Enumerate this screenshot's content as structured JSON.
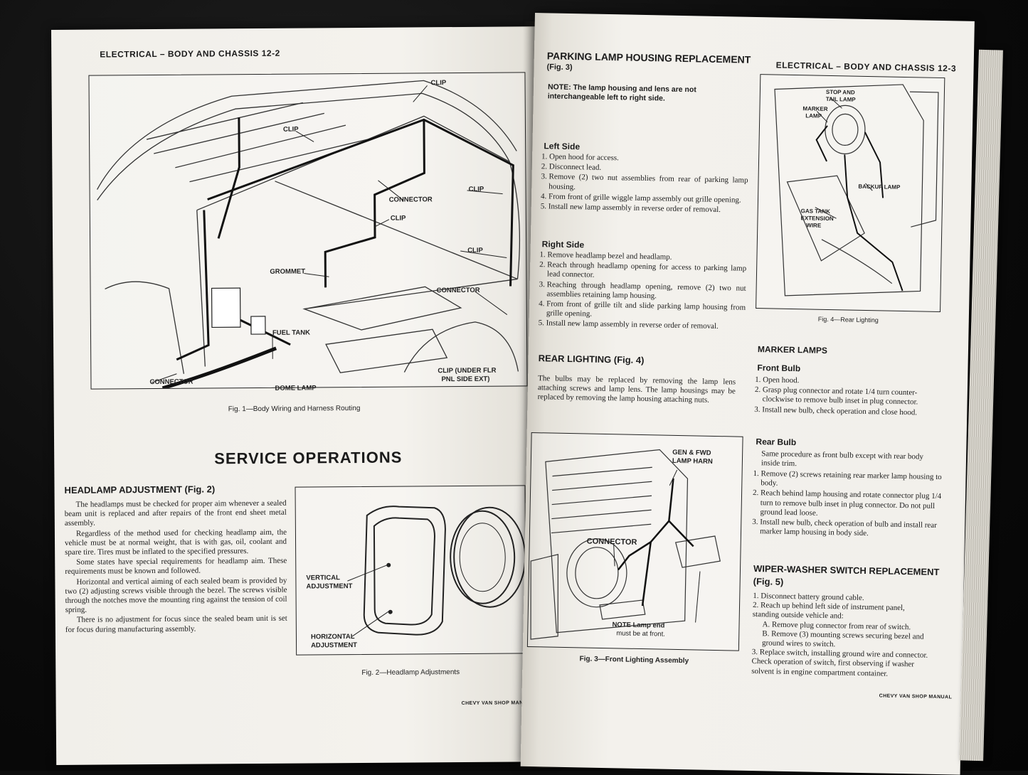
{
  "left_page": {
    "header": "ELECTRICAL – BODY AND CHASSIS 12-2",
    "fig1": {
      "labels": {
        "clip_top": "CLIP",
        "clip_left": "CLIP",
        "connector_top": "CONNECTOR",
        "clip_right": "CLIP",
        "clip_mid": "CLIP",
        "grommet": "GROMMET",
        "clip_lower": "CLIP",
        "connector_right": "CONNECTOR",
        "fuel_tank": "FUEL TANK",
        "connector_bottom": "CONNECTOR",
        "dome_lamp": "DOME LAMP",
        "clip_under_1": "CLIP (UNDER FLR",
        "clip_under_2": "PNL SIDE EXT)"
      },
      "caption": "Fig. 1—Body Wiring and Harness Routing"
    },
    "section_title": "SERVICE OPERATIONS",
    "headlamp_title": "HEADLAMP ADJUSTMENT (Fig. 2)",
    "headlamp_paragraphs": [
      "The headlamps must be checked for proper aim whenever a sealed beam unit is replaced and after repairs of the front end sheet metal assembly.",
      "Regardless of the method used for checking headlamp aim, the vehicle must be at normal weight, that is with gas, oil, coolant and spare tire. Tires must be inflated to the specified pressures.",
      "Some states have special requirements for headlamp aim. These requirements must be known and followed.",
      "Horizontal and vertical aiming of each sealed beam is provided by two (2) adjusting screws visible through the bezel. The screws visible through the notches move the mounting ring against the tension of coil spring.",
      "There is no adjustment for focus since the sealed beam unit is set for focus during manufacturing assembly."
    ],
    "fig2": {
      "vertical_1": "VERTICAL",
      "vertical_2": "ADJUSTMENT",
      "horizontal_1": "HORIZONTAL",
      "horizontal_2": "ADJUSTMENT",
      "caption": "Fig. 2—Headlamp Adjustments"
    },
    "footer": "CHEVY VAN SHOP MANUAL"
  },
  "right_page": {
    "header": "ELECTRICAL – BODY AND CHASSIS 12-3",
    "parking_title": "PARKING LAMP HOUSING REPLACEMENT",
    "parking_fig": "(Fig. 3)",
    "note": "NOTE:  The lamp housing and lens are not interchangeable left to right side.",
    "left_side_title": "Left Side",
    "left_side_steps": [
      "Open hood for access.",
      "Disconnect lead.",
      "Remove (2) two nut assemblies from rear of parking lamp housing.",
      "From front of grille wiggle lamp assembly out grille opening.",
      "Install new lamp assembly in reverse order of removal."
    ],
    "right_side_title": "Right Side",
    "right_side_steps": [
      "Remove headlamp bezel and headlamp.",
      "Reach through headlamp opening for access to parking lamp lead connector.",
      "Reaching through headlamp opening, remove (2) two nut assemblies retaining lamp housing.",
      "From front of grille tilt and slide parking lamp housing from grille opening.",
      "Install new lamp assembly in reverse order of removal."
    ],
    "rear_title": "REAR LIGHTING (Fig. 4)",
    "rear_text": "The bulbs may be replaced by removing the lamp lens attaching screws and lamp lens. The lamp housings may be replaced by removing the lamp housing attaching nuts.",
    "fig3": {
      "gen_1": "GEN & FWD",
      "gen_2": "LAMP HARN",
      "connector": "CONNECTOR",
      "note_1": "NOTE Lamp end",
      "note_2": "must be at front.",
      "caption": "Fig. 3—Front Lighting Assembly"
    },
    "fig4": {
      "stop_1": "STOP AND",
      "stop_2": "TAIL LAMP",
      "marker_1": "MARKER",
      "marker_2": "LAMP",
      "backup": "BACKUP LAMP",
      "gas_1": "GAS TANK",
      "gas_2": "EXTENSION",
      "gas_3": "WIRE",
      "caption": "Fig. 4—Rear Lighting"
    },
    "marker_title": "MARKER LAMPS",
    "front_bulb_title": "Front Bulb",
    "front_bulb_steps": [
      "Open hood.",
      "Grasp plug connector and rotate 1/4 turn counter-clockwise to remove bulb inset in plug connector.",
      "Install new bulb, check operation and close hood."
    ],
    "rear_bulb_title": "Rear Bulb",
    "rear_bulb_intro": "Same procedure as front bulb except with rear body inside trim.",
    "rear_bulb_steps": [
      "Remove (2) screws retaining rear marker lamp housing to body.",
      "Reach behind lamp housing and rotate connector plug 1/4 turn to remove bulb inset in plug connector. Do not pull ground lead loose.",
      "Install new bulb, check operation of bulb and install rear marker lamp housing in body side."
    ],
    "wiper_title_1": "WIPER-WASHER SWITCH REPLACEMENT",
    "wiper_title_2": "(Fig. 5)",
    "wiper_steps": {
      "s1": "Disconnect battery ground cable.",
      "s2": "Reach up behind left side of instrument panel, standing outside vehicle and:",
      "a_key": "A.",
      "a": "Remove plug connector from rear of switch.",
      "b_key": "B.",
      "b": "Remove (3) mounting screws securing bezel and ground wires to switch.",
      "s3": "Replace switch, installing ground wire and connector. Check operation of switch, first observing if washer solvent is in engine compartment container."
    },
    "footer": "CHEVY VAN SHOP MANUAL"
  }
}
